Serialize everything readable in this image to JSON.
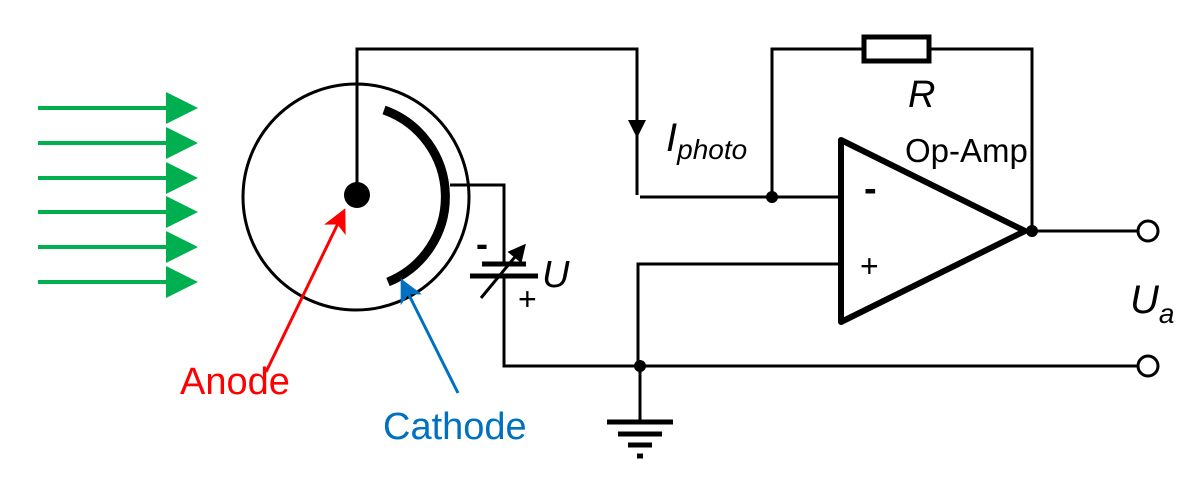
{
  "labels": {
    "anode": "Anode",
    "cathode": "Cathode",
    "current_main": "I",
    "current_sub": "photo",
    "resistor": "R",
    "opamp": "Op-Amp",
    "voltage": "U",
    "output_main": "U",
    "output_sub": "a",
    "battery_minus": "-",
    "battery_plus": "+",
    "opamp_minus": "-",
    "opamp_plus": "+"
  },
  "colors": {
    "light_arrows": "#00b050",
    "anode": "#ff0000",
    "cathode": "#0070c0",
    "wire": "#000000"
  }
}
